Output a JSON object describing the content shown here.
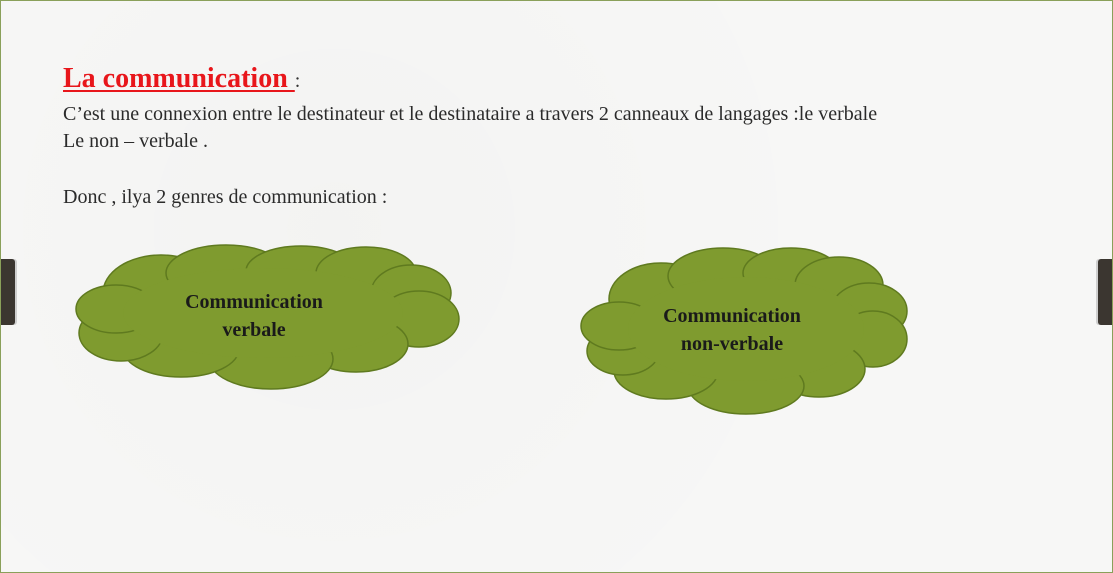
{
  "slide": {
    "title": "La communication ",
    "title_colon": ":",
    "paragraph_1": "C’est une connexion entre le destinateur et le destinataire a travers 2 canneaux de langages :le verbale",
    "paragraph_2": "Le non – verbale .",
    "paragraph_3": "Donc , ilya 2 genres de communication :"
  },
  "clouds": [
    {
      "line1": "Communication",
      "line2": "verbale"
    },
    {
      "line1": "Communication",
      "line2": "non-verbale"
    }
  ],
  "colors": {
    "title": "#e8161b",
    "cloud_fill": "#7f9b2f",
    "cloud_stroke": "#5f7a1f"
  }
}
